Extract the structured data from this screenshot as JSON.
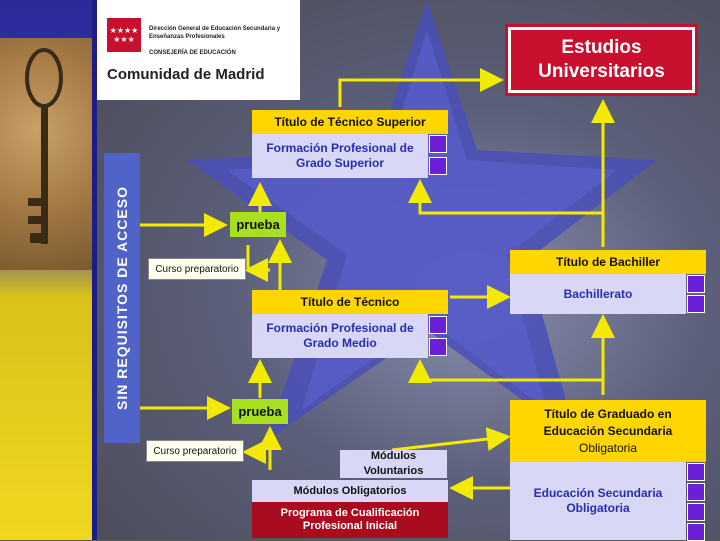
{
  "header": {
    "org_line1": "Dirección General de Educación Secundaria y",
    "org_line2": "Enseñanzas Profesionales",
    "org_line3": "CONSEJERÍA DE EDUCACIÓN",
    "brand": "Comunidad de Madrid"
  },
  "top_box": {
    "line1": "Estudios",
    "line2": "Universitarios"
  },
  "tecnico_superior": {
    "title": "Título de Técnico Superior",
    "line1": "Formación Profesional de",
    "line2": "Grado Superior"
  },
  "bachiller": {
    "title": "Título de Bachiller",
    "body": "Bachillerato"
  },
  "tecnico": {
    "title": "Título de Técnico",
    "line1": "Formación Profesional de",
    "line2": "Grado Medio"
  },
  "graduado": {
    "title_line1": "Título de Graduado en",
    "title_line2": "Educación Secundaria",
    "title_line3": "Obligatoria",
    "body_line1": "Educación Secundaria",
    "body_line2": "Obligatoria"
  },
  "modulos_voluntarios": "Módulos Voluntarios",
  "modulos_obligatorios": "Módulos Obligatorios",
  "pcpi": {
    "line1": "Programa de Cualificación",
    "line2": "Profesional Inicial"
  },
  "prueba_top": "prueba",
  "prueba_bottom": "prueba",
  "curso_top": "Curso preparatorio",
  "curso_bottom": "Curso preparatorio",
  "vertical_label": "SIN REQUISITOS DE ACCESO",
  "colors": {
    "yellow": "#ffd600",
    "lavender": "#d8d8f6",
    "red": "#c8102e",
    "green": "#a8e020",
    "arrow": "#f2ea00"
  }
}
